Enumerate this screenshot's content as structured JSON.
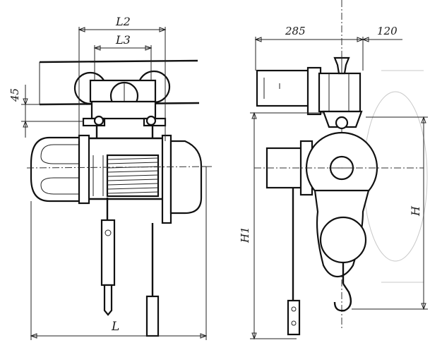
{
  "labels": {
    "l2": "L2",
    "l3": "L3",
    "l": "L",
    "h45": "45",
    "d285": "285",
    "d120": "120",
    "h": "H",
    "h1": "H1"
  }
}
